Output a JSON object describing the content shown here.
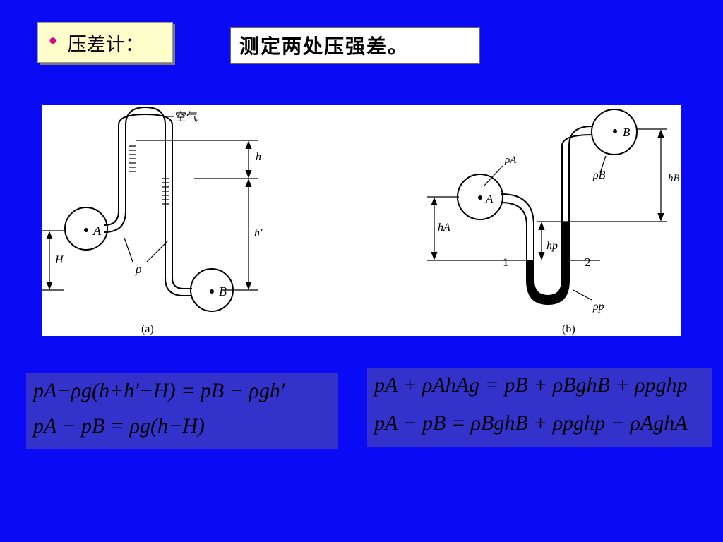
{
  "header": {
    "bullet": "•",
    "title": "压差计：",
    "description": "测定两处压强差。"
  },
  "figure": {
    "a": {
      "caption": "(a)",
      "air_label": "空气",
      "label_h": "h",
      "label_h_prime": "h′",
      "label_H": "H",
      "label_rho": "ρ",
      "label_A": "A",
      "label_B": "B"
    },
    "b": {
      "caption": "(b)",
      "label_A": "A",
      "label_B": "B",
      "label_rhoA": "ρA",
      "label_rhoB": "ρB",
      "label_rhop": "ρp",
      "label_hA": "hA",
      "label_hB": "hB",
      "label_hp": "hp",
      "label_1": "1",
      "label_2": "2"
    }
  },
  "equations": {
    "left": {
      "line1": "pA−ρg(h+h′−H) = pB − ρgh′",
      "line2": "pA − pB = ρg(h−H)"
    },
    "right": {
      "line1": "pA + ρAhAg = pB + ρBghB + ρpghp",
      "line2": "pA − pB = ρBghB + ρpghp − ρAghA"
    }
  },
  "colors": {
    "background": "#0a0af5",
    "equation_box": "#3333cc",
    "bullet": "#e6007e",
    "title_box": "#ffffcc"
  }
}
